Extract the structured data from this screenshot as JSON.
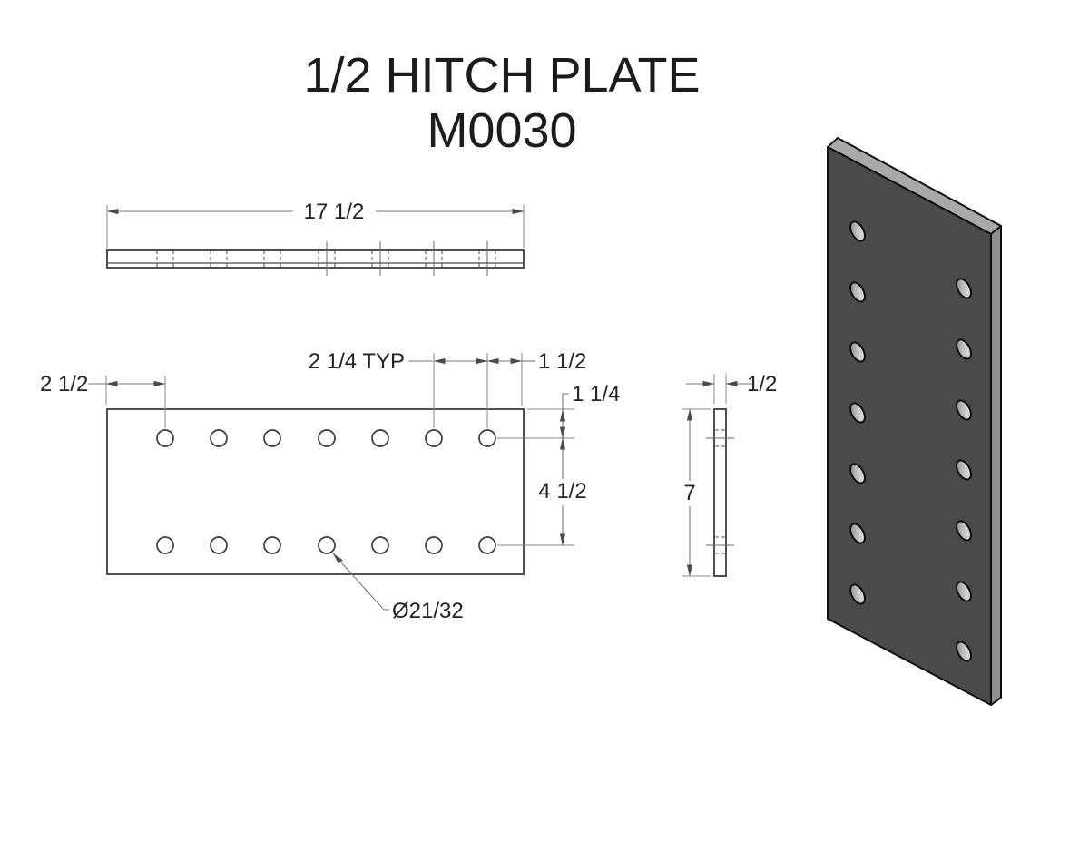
{
  "title": {
    "line1": "1/2 HITCH PLATE",
    "line2": "M0030"
  },
  "dimensions": {
    "overall_width": "17 1/2",
    "edge_to_first_hole": "2 1/2",
    "hole_spacing_typ": "2 1/4 TYP",
    "last_hole_to_edge": "1 1/2",
    "top_edge_to_first_row": "1 1/4",
    "row_spacing": "4 1/2",
    "hole_diameter": "Ø21/32",
    "thickness": "1/2",
    "plate_height": "7"
  },
  "part": {
    "hole_rows": 2,
    "hole_columns": 7,
    "hole_count": 14
  },
  "colors": {
    "face": "#4a4a4a",
    "top_edge": "#a9a9a9",
    "side_edge": "#8e8e8e",
    "background": "#ffffff",
    "object_line": "#3c3c3c",
    "dimension_line": "#7a7a7a",
    "text": "#232323"
  }
}
